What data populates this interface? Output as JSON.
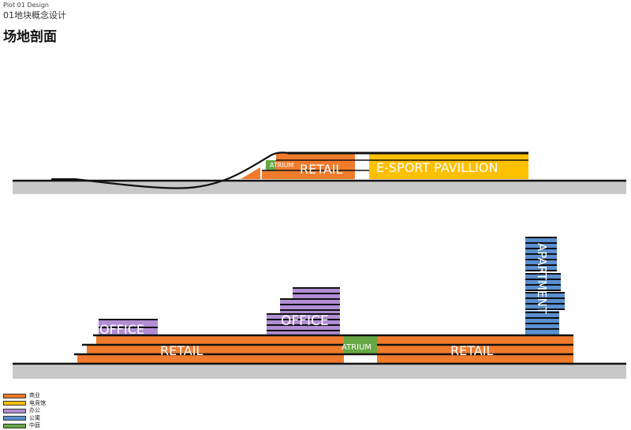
{
  "header": {
    "plot_en": "Plot 01 Design",
    "plot_cn": "01地块概念设计",
    "title": "场地剖面"
  },
  "colors": {
    "retail": "#F07B2C",
    "esport": "#FFC000",
    "office": "#B18ED4",
    "apartment": "#5A8FD0",
    "atrium": "#67A844",
    "ground": "#C8C8C8",
    "line": "#111111"
  },
  "section_top": {
    "atrium": "ATRIUM",
    "retail": "RETAIL",
    "esport": "E-SPORT PAVILLION"
  },
  "section_bottom": {
    "office_left": "OFFICE",
    "office_mid": "OFFICE",
    "retail_left": "RETAIL",
    "atrium": "ATRIUM",
    "retail_right": "RETAIL",
    "apartment": "APARTMENT"
  },
  "legend": [
    {
      "label": "商业",
      "color": "#F07B2C"
    },
    {
      "label": "电竞馆",
      "color": "#FFC000"
    },
    {
      "label": "办公",
      "color": "#B18ED4"
    },
    {
      "label": "公寓",
      "color": "#5A8FD0"
    },
    {
      "label": "中庭",
      "color": "#67A844"
    }
  ]
}
